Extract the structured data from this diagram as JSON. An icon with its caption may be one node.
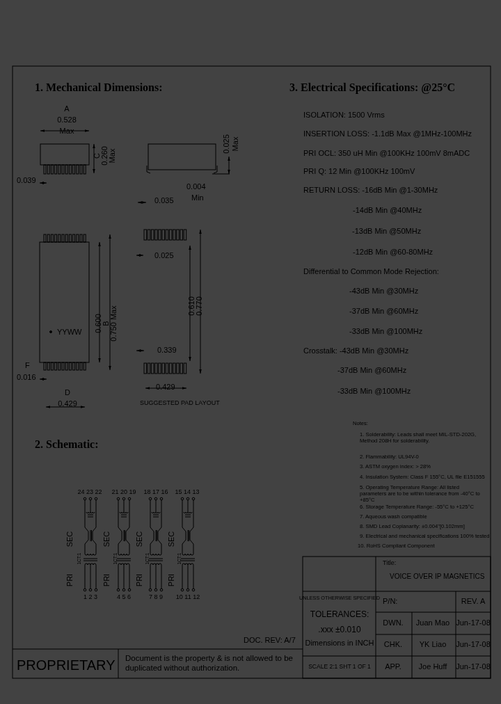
{
  "diagram": {
    "labels": [
      "1. Mechanical Dimensions:",
      "A",
      "0.528",
      "Max",
      "C",
      "0.260",
      "Max",
      "0.039",
      "0.004",
      "0.035",
      "Min",
      "0.025",
      "Max",
      "0.600",
      "B",
      "0.750  Max",
      "YYWW",
      "F",
      "0.016",
      "D",
      "0.429",
      "0.025",
      "0.610",
      "0.770",
      "0.339",
      "0.429",
      "SUGGESTED PAD LAYOUT",
      "2. Schematic:",
      "24 23 22",
      "21 20 19",
      "18 17 16",
      "15 14 13",
      "SEC",
      "SEC",
      "SEC",
      "SEC",
      "1CT:1",
      "1CT:1",
      "1CT:1",
      "1CT:1",
      "PRI",
      "PRI",
      "PRI",
      "PRI",
      "1 2 3",
      "4 5 6",
      "7 8 9",
      "10 11 12",
      "3. Electrical Specifications: @25°C",
      "ISOLATION: 1500 Vrms",
      "INSERTION LOSS: -1.1dB Max @1MHz-100MHz",
      "PRI OCL: 350 uH Min @100KHz 100mV 8mADC",
      "PRI Q: 12 Min @100KHz 100mV",
      "RETURN LOSS: -16dB Min @1-30MHz",
      "-14dB Min @40MHz",
      "-13dB Min @50MHz",
      "-12dB Min @60-80MHz",
      "Differential to Common Mode Rejection:",
      "-43dB Min @30MHz",
      "-37dB Min @60MHz",
      "-33dB Min @100MHz",
      "Crosstalk: -43dB Min @30MHz",
      "-37dB Min @60MHz",
      "-33dB Min @100MHz",
      "Notes:",
      "1. Solderability: Leads shall meet MIL-STD-202G, Method 208H for solderability.",
      "2. Flammability: UL94V-0",
      "3. ASTM oxygen index: > 28%",
      "4. Insulation System: Class F 155°C, UL file E151555",
      "5. Operating Temperature Range: All listed parameters are to be within tolerance from -40°C to +85°C",
      "6. Storage Temperature Range: -55°C to +125°C",
      "7. Aqueous wash compatible",
      "8. SMD Lead Coplanarity: ±0.004\"[0.102mm]",
      "9. Electrical and mechanical specifications 100% tested",
      "10. RoHS Compliant Component",
      "Title:",
      "VOICE OVER IP MAGNETICS",
      "UNLESS OTHERWISE SPECIFIED",
      "TOLERANCES:",
      ".xxx ±0.010",
      "Dimensions in INCH",
      "P/N:",
      "REV. A",
      "DWN.",
      "Juan Mao",
      "Jun-17-08",
      "CHK.",
      "YK Liao",
      "Jun-17-08",
      "SCALE 2:1 SHT 1 OF 1",
      "APP.",
      "Joe Huff",
      "Jun-17-08",
      "DOC. REV: A/7",
      "PROPRIETARY",
      "Document is the property & is not allowed to be duplicated without authorization."
    ]
  }
}
